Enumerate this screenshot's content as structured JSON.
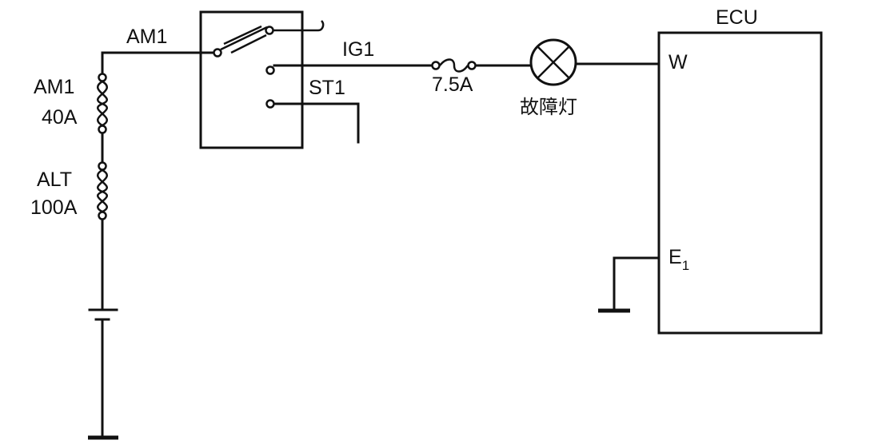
{
  "labels": {
    "am1_wire": "AM1",
    "am1_fuse_name": "AM1",
    "am1_fuse_rating": "40A",
    "alt_fuse_name": "ALT",
    "alt_fuse_rating": "100A",
    "ig1": "IG1",
    "st1": "ST1",
    "fuse_rating": "7.5A",
    "lamp": "故障灯",
    "ecu_title": "ECU",
    "ecu_w": "W",
    "ecu_e": "E",
    "ecu_e_sub": "1"
  }
}
